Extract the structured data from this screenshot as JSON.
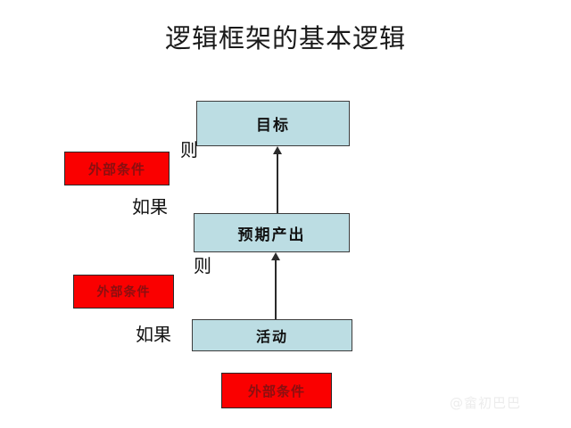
{
  "diagram": {
    "title": "逻辑框架的基本逻辑",
    "type": "flowchart",
    "nodes": [
      {
        "id": "goal",
        "label": "目标",
        "kind": "outcome",
        "fill": "#bcdde3",
        "text_color": "#111111"
      },
      {
        "id": "output",
        "label": "预期产出",
        "kind": "outcome",
        "fill": "#bcdde3",
        "text_color": "#111111"
      },
      {
        "id": "activity",
        "label": "活动",
        "kind": "outcome",
        "fill": "#bcdde3",
        "text_color": "#111111"
      }
    ],
    "conditions": [
      {
        "id": "cond-1",
        "label": "外部条件",
        "fill": "#fa0000",
        "text_color": "#8a0f10"
      },
      {
        "id": "cond-2",
        "label": "外部条件",
        "fill": "#fa0000",
        "text_color": "#8a0f10"
      },
      {
        "id": "cond-3",
        "label": "外部条件",
        "fill": "#fa0000",
        "text_color": "#8a0f10"
      }
    ],
    "connector_labels": {
      "then_1": "则",
      "if_1": "如果",
      "then_2": "则",
      "if_2": "如果"
    },
    "arrows": [
      {
        "id": "arrow-output-to-goal",
        "from": "output",
        "to": "goal",
        "direction": "up"
      },
      {
        "id": "arrow-activity-to-output",
        "from": "activity",
        "to": "output",
        "direction": "up"
      }
    ]
  },
  "watermark": {
    "text": "@畲初巴巴",
    "color": "#ececec"
  }
}
